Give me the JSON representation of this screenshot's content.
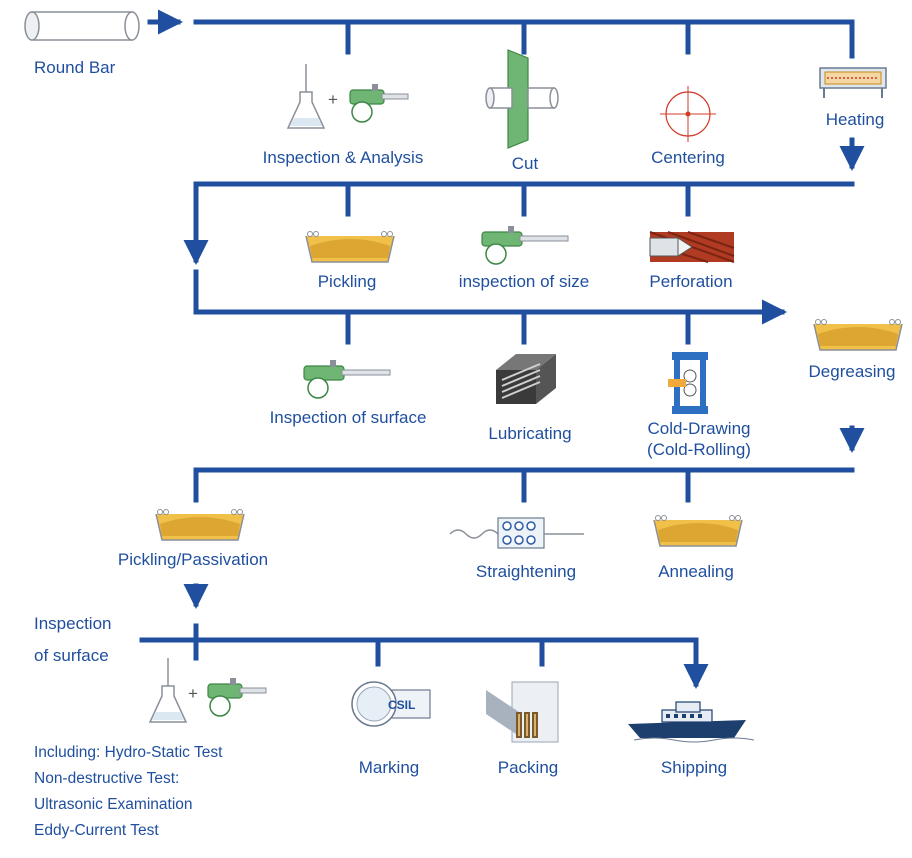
{
  "colors": {
    "line": "#1f4f9e",
    "text": "#1f4f9e",
    "bath": "#f0c048",
    "bath_dark": "#c98a1a",
    "green": "#6fb574",
    "green_dark": "#3c8745",
    "red": "#d23a2a",
    "gray": "#8a8f98"
  },
  "steps": {
    "round_bar": "Round Bar",
    "inspection_analysis": "Inspection & Analysis",
    "cut": "Cut",
    "centering": "Centering",
    "heating": "Heating",
    "pickling": "Pickling",
    "inspection_size": "inspection of size",
    "perforation": "Perforation",
    "degreasing": "Degreasing",
    "inspection_surface": "Inspection of surface",
    "lubricating": "Lubricating",
    "cold_drawing_1": "Cold-Drawing",
    "cold_drawing_2": "(Cold-Rolling)",
    "pickling_passivation": "Pickling/Passivation",
    "straightening": "Straightening",
    "annealing": "Annealing",
    "inspection_surface2_1": "Inspection",
    "inspection_surface2_2": "of surface",
    "marking": "Marking",
    "packing": "Packing",
    "shipping": "Shipping"
  },
  "final_tests": [
    "Including: Hydro-Static Test",
    "Non-destructive Test:",
    "Ultrasonic Examination",
    "Eddy-Current Test"
  ],
  "icons": {
    "plus": "+",
    "logo": "CSIL"
  }
}
